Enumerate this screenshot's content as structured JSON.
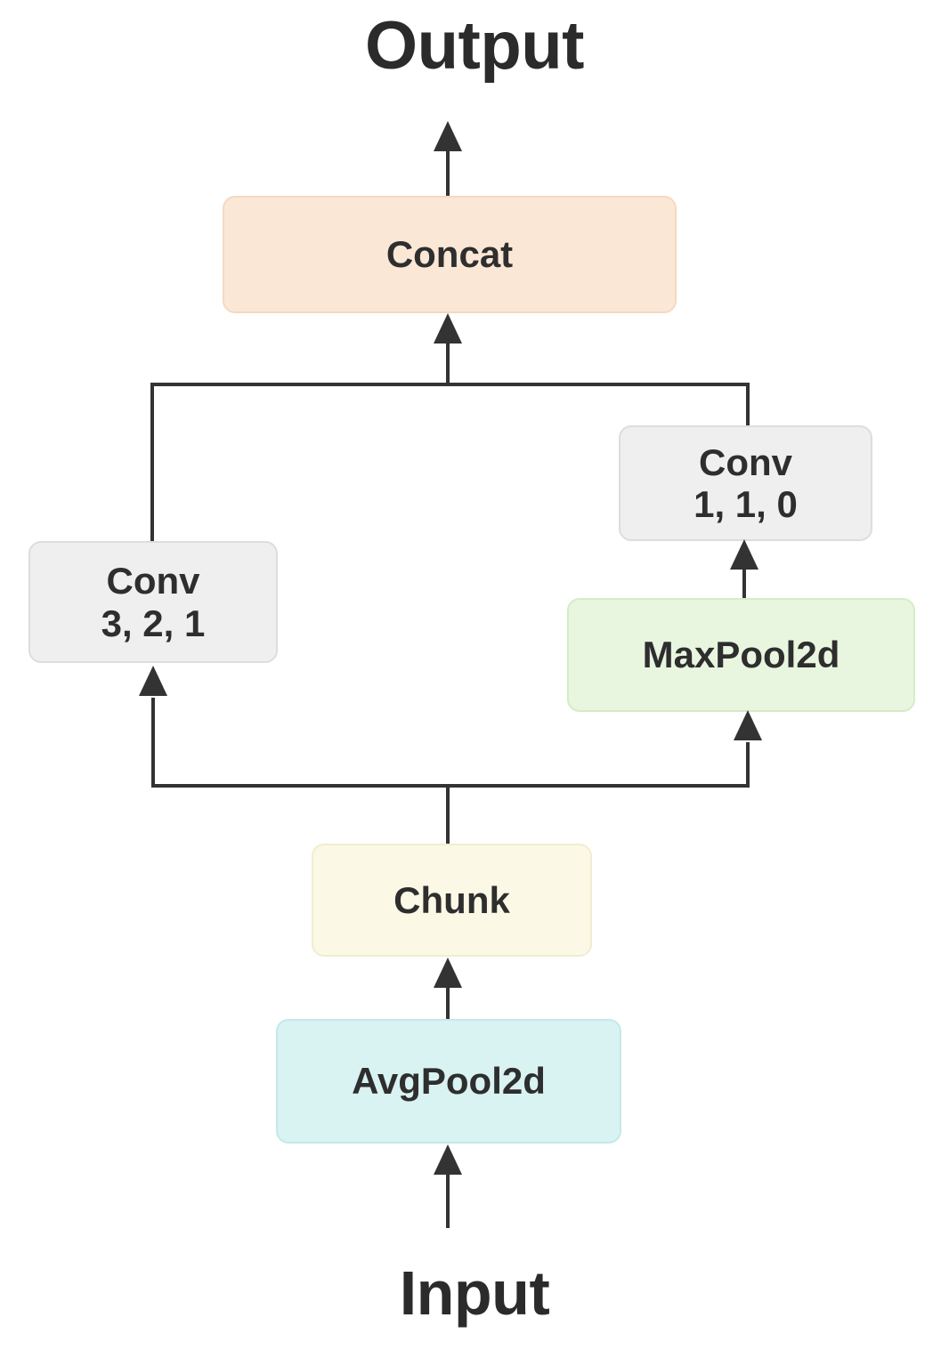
{
  "diagram": {
    "title": "Neural network block: AvgPool2d / Chunk split into Conv and MaxPool+Conv branches, merged by Concat",
    "endpoints": {
      "output_label": "Output",
      "input_label": "Input"
    },
    "nodes": [
      {
        "id": "concat",
        "label": "Concat",
        "fill": "#fbe7d6",
        "border": "#f5d9c2"
      },
      {
        "id": "conv_right",
        "label": "Conv\n1, 1, 0",
        "fill": "#efefef",
        "border": "#dddddd"
      },
      {
        "id": "conv_left",
        "label": "Conv\n3, 2, 1",
        "fill": "#efefef",
        "border": "#dddddd"
      },
      {
        "id": "maxpool",
        "label": "MaxPool2d",
        "fill": "#e8f6e0",
        "border": "#d4ecc6"
      },
      {
        "id": "chunk",
        "label": "Chunk",
        "fill": "#fbf8e6",
        "border": "#f2ecd0"
      },
      {
        "id": "avgpool",
        "label": "AvgPool2d",
        "fill": "#d9f2f2",
        "border": "#c3e9ea"
      }
    ],
    "edges": [
      {
        "from": "input",
        "to": "avgpool",
        "arrow": "up"
      },
      {
        "from": "avgpool",
        "to": "chunk",
        "arrow": "up"
      },
      {
        "from": "chunk",
        "to": "split-bus",
        "arrow": "none"
      },
      {
        "from": "split-bus",
        "to": "conv_left",
        "arrow": "up"
      },
      {
        "from": "split-bus",
        "to": "maxpool",
        "arrow": "up"
      },
      {
        "from": "maxpool",
        "to": "conv_right",
        "arrow": "up"
      },
      {
        "from": "conv_left",
        "to": "merge-bus",
        "arrow": "none"
      },
      {
        "from": "conv_right",
        "to": "merge-bus",
        "arrow": "none"
      },
      {
        "from": "merge-bus",
        "to": "concat",
        "arrow": "up"
      },
      {
        "from": "concat",
        "to": "output",
        "arrow": "up"
      }
    ],
    "colors": {
      "background": "#ffffff",
      "edge": "#333333",
      "text": "#2e2e2e",
      "endpoint_text": "#2b2b2b"
    }
  }
}
